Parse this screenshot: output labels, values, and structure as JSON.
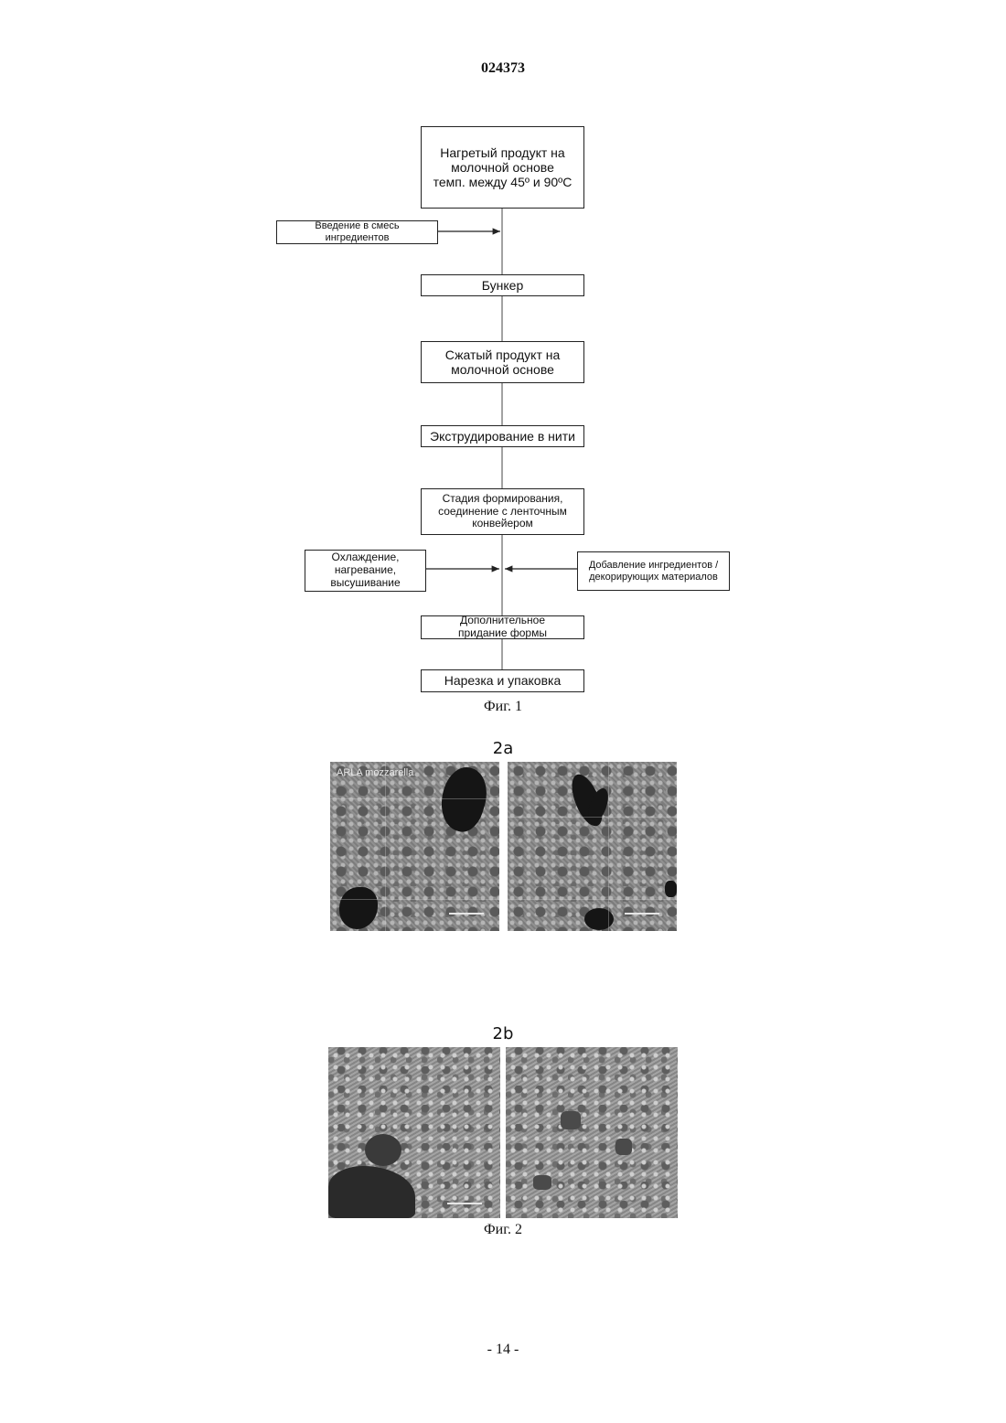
{
  "header": {
    "doc_number": "024373"
  },
  "figure1": {
    "steps": {
      "heated": [
        "Нагретый продукт на",
        "молочной основе",
        "темп. между 45º и 90ºC"
      ],
      "add_ingredients": [
        "Введение в смесь",
        "ингредиентов"
      ],
      "hopper": "Бункер",
      "pressed": [
        "Сжатый продукт на",
        "молочной основе"
      ],
      "extrusion": "Экструдирование в нити",
      "forming": [
        "Стадия формирования,",
        "соединение с ленточным",
        "конвейером"
      ],
      "cooling": [
        "Охлаждение,",
        "нагревание,",
        "высушивание"
      ],
      "decorating": [
        "Добавление ингредиентов /",
        "декорирующих материалов"
      ],
      "additional_shaping": [
        "Дополнительное",
        "придание формы"
      ],
      "cutting_packing": "Нарезка и упаковка"
    },
    "caption": "Фиг. 1"
  },
  "figure2": {
    "panel_a_label": "2a",
    "panel_b_label": "2b",
    "image_overlay_text": "ARLA mozzarella",
    "caption": "Фиг. 2"
  },
  "footer": {
    "page_number": "- 14 -"
  },
  "colors": {
    "ink": "#111111",
    "connector": "#333333",
    "micrograph_gray": "#8a8a8a"
  }
}
